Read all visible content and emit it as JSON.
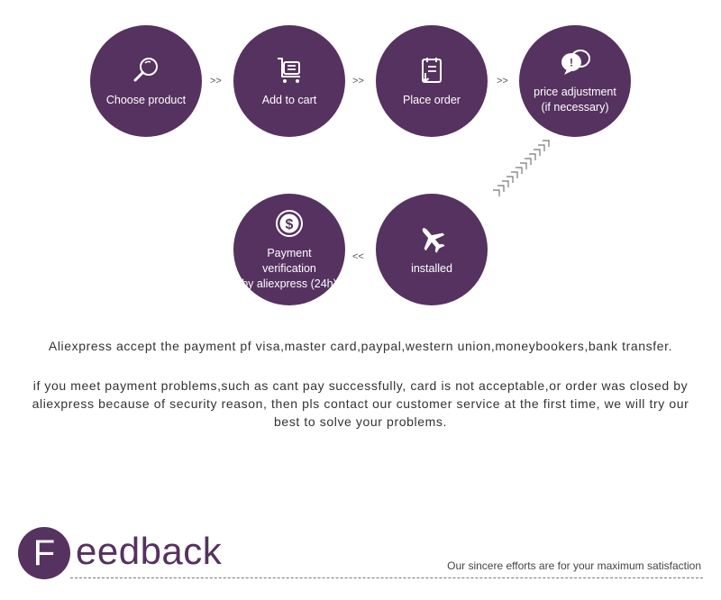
{
  "steps": [
    {
      "label": "Choose product",
      "icon": "magnifier-icon"
    },
    {
      "label": "Add to cart",
      "icon": "cart-icon"
    },
    {
      "label": "Place order",
      "icon": "order-clipboard-icon"
    },
    {
      "label": "price adjustment\n(if necessary)",
      "icon": "chat-bubbles-icon"
    },
    {
      "label": "installed",
      "icon": "airplane-icon"
    },
    {
      "label": "Payment verification\nby aliexpress (24h)",
      "icon": "dollar-coin-icon"
    }
  ],
  "separators": {
    "forward": ">>",
    "backward": "<<"
  },
  "payment_methods_text": "Aliexpress accept the payment pf visa,master card,paypal,western union,moneybookers,bank transfer.",
  "problems_text": "if you meet payment problems,such as cant pay successfully, card is not acceptable,or order was closed by aliexpress because of security reason, then pls contact our customer service at the first time, we will try our best to solve your problems.",
  "feedback": {
    "initial": "F",
    "rest": "eedback",
    "tagline": "Our sincere efforts are for your maximum satisfaction"
  },
  "colors": {
    "accent": "#55325f"
  }
}
